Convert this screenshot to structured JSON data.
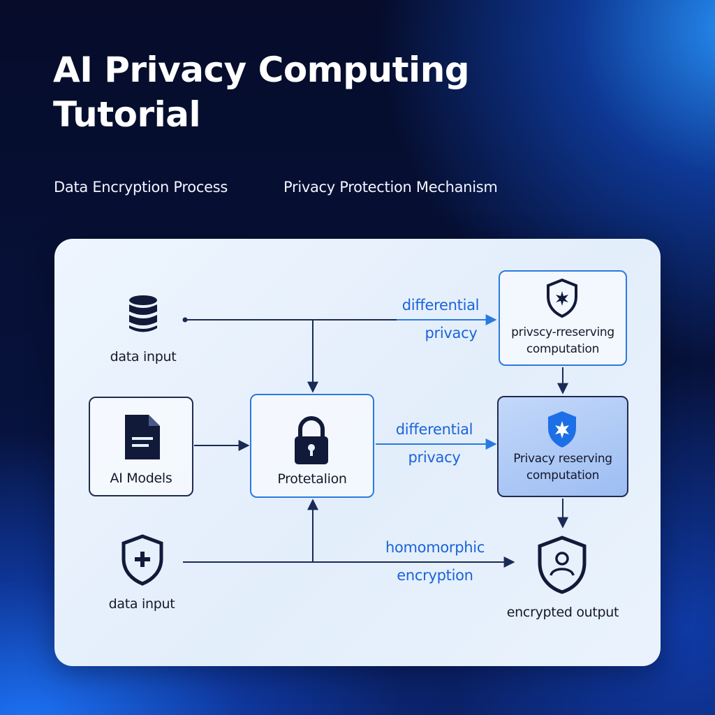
{
  "header": {
    "title": "AI Privacy Computing Tutorial",
    "subtitle_left": "Data Encryption Process",
    "subtitle_right": "Privacy Protection Mechanism"
  },
  "nodes": {
    "data_input_top": {
      "label": "data input",
      "icon": "database-icon"
    },
    "ai_models": {
      "label": "AI Models",
      "icon": "document-icon"
    },
    "data_input_bottom": {
      "label": "data input",
      "icon": "shield-plus-icon"
    },
    "protection": {
      "label": "Protetalion",
      "icon": "lock-icon"
    },
    "ppc_top": {
      "label_line1": "privscy-rreserving",
      "label_line2": "computation",
      "icon": "shield-star-icon"
    },
    "ppc_mid": {
      "label_line1": "Privacy reserving",
      "label_line2": "computation",
      "icon": "shield-star-icon"
    },
    "encrypted_output": {
      "label": "encrypted output",
      "icon": "shield-user-icon"
    }
  },
  "edges": {
    "top": {
      "line1": "differential",
      "line2": "privacy"
    },
    "mid": {
      "line1": "differential",
      "line2": "privacy"
    },
    "bottom": {
      "line1": "homomorphic",
      "line2": "encryption"
    }
  },
  "colors": {
    "background_dark": "#07123b",
    "background_accent": "#1e78ff",
    "panel": "#e8f1fc",
    "line": "#1a2a55",
    "accent_blue": "#1b63d9",
    "node_border": "#2a7ae0",
    "highlight_fill": "#a9c6f4"
  }
}
